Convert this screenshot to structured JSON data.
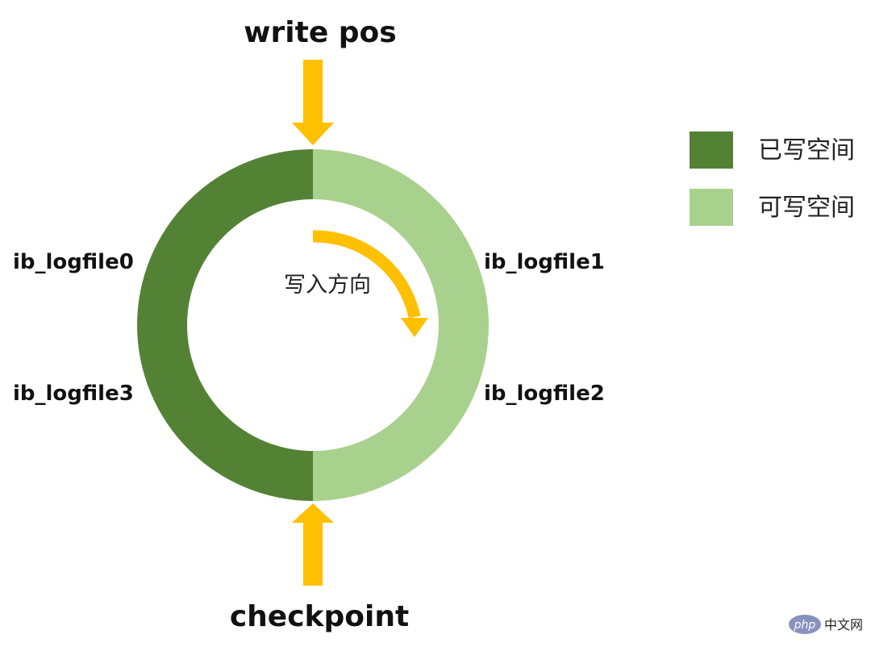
{
  "pointers": {
    "write_pos": "write pos",
    "checkpoint": "checkpoint"
  },
  "files": {
    "f0": "ib_logfile0",
    "f1": "ib_logfile1",
    "f2": "ib_logfile2",
    "f3": "ib_logfile3"
  },
  "direction_label": "写入方向",
  "legend": {
    "written": "已写空间",
    "writable": "可写空间"
  },
  "watermark": {
    "logo_text": "php",
    "site_text": "中文网"
  },
  "colors": {
    "written": "#548235",
    "writable": "#a9d18e",
    "arrow": "#ffc000",
    "watermark_logo": "#8892bf"
  }
}
